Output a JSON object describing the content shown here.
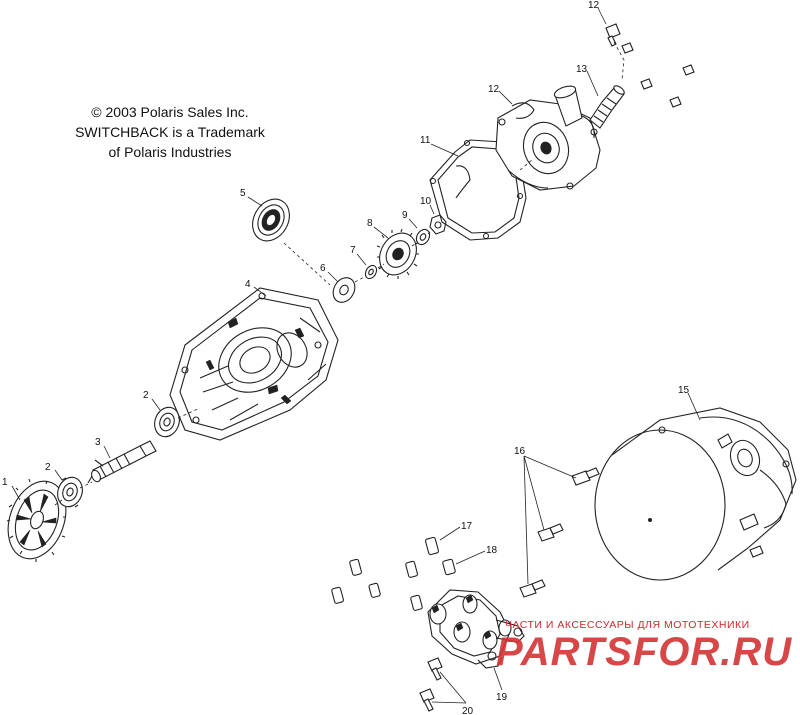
{
  "notice": {
    "copyright": "© 2003 Polaris Sales Inc.",
    "trademark_line1": "SWITCHBACK is a Trademark",
    "trademark_line2": "of Polaris Industries"
  },
  "callouts": [
    {
      "id": "c1",
      "label": "1"
    },
    {
      "id": "c2a",
      "label": "2"
    },
    {
      "id": "c2b",
      "label": "2"
    },
    {
      "id": "c3",
      "label": "3"
    },
    {
      "id": "c4",
      "label": "4"
    },
    {
      "id": "c5",
      "label": "5"
    },
    {
      "id": "c6",
      "label": "6"
    },
    {
      "id": "c7",
      "label": "7"
    },
    {
      "id": "c8",
      "label": "8"
    },
    {
      "id": "c9",
      "label": "9"
    },
    {
      "id": "c10",
      "label": "10"
    },
    {
      "id": "c11",
      "label": "11"
    },
    {
      "id": "c12a",
      "label": "12"
    },
    {
      "id": "c12b",
      "label": "12"
    },
    {
      "id": "c13",
      "label": "13"
    },
    {
      "id": "c15",
      "label": "15"
    },
    {
      "id": "c16",
      "label": "16"
    },
    {
      "id": "c17",
      "label": "17"
    },
    {
      "id": "c18",
      "label": "18"
    },
    {
      "id": "c19",
      "label": "19"
    },
    {
      "id": "c20",
      "label": "20"
    }
  ],
  "watermark": {
    "tagline": "ЧАСТИ И АКСЕССУАРЫ ДЛЯ МОТОТЕХНИКИ",
    "logo": "PARTSFOR.RU",
    "color": "#d43434"
  }
}
